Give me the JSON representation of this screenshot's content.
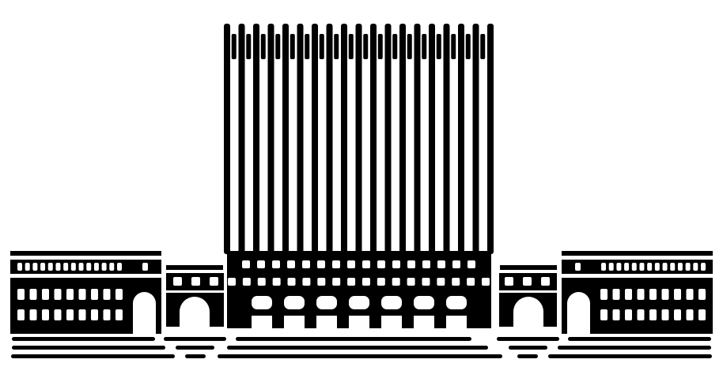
{
  "colors": {
    "ink": "#000000",
    "background": "#ffffff"
  },
  "tower": {
    "column_count": 19,
    "upper_window_count": 16,
    "lower_window_count": 18,
    "arch_count": 7
  },
  "wings": {
    "upper_window_count": 14,
    "window_rows": 2,
    "window_cols": 9,
    "link_window_count": 3
  }
}
